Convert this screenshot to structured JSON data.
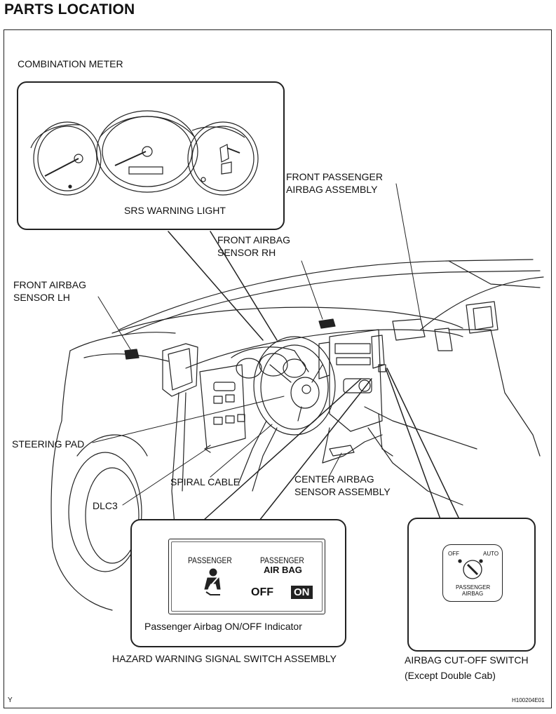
{
  "title": "PARTS LOCATION",
  "labels": {
    "combination_meter": "COMBINATION METER",
    "srs_warning_light": "SRS WARNING LIGHT",
    "front_passenger_airbag_1": "FRONT PASSENGER",
    "front_passenger_airbag_2": "AIRBAG ASSEMBLY",
    "front_airbag_sensor_rh_1": "FRONT AIRBAG",
    "front_airbag_sensor_rh_2": "SENSOR RH",
    "front_airbag_sensor_lh_1": "FRONT AIRBAG",
    "front_airbag_sensor_lh_2": "SENSOR LH",
    "steering_pad": "STEERING PAD",
    "spiral_cable": "SPIRAL CABLE",
    "dlc3": "DLC3",
    "center_airbag_sensor_1": "CENTER AIRBAG",
    "center_airbag_sensor_2": "SENSOR ASSEMBLY",
    "hazard_switch": "HAZARD WARNING SIGNAL SWITCH ASSEMBLY",
    "airbag_cutoff_1": "AIRBAG CUT-OFF SWITCH",
    "airbag_cutoff_2": "(Except Double Cab)"
  },
  "indicator_panel": {
    "passenger_left": "PASSENGER",
    "passenger_right": "PASSENGER",
    "air_bag": "AIR BAG",
    "off": "OFF",
    "on": "ON",
    "caption": "Passenger Airbag ON/OFF Indicator"
  },
  "cutoff_switch": {
    "off": "OFF",
    "auto": "AUTO",
    "passenger": "PASSENGER",
    "airbag": "AIRBAG"
  },
  "footer": {
    "left": "Y",
    "right": "H100204E01"
  }
}
